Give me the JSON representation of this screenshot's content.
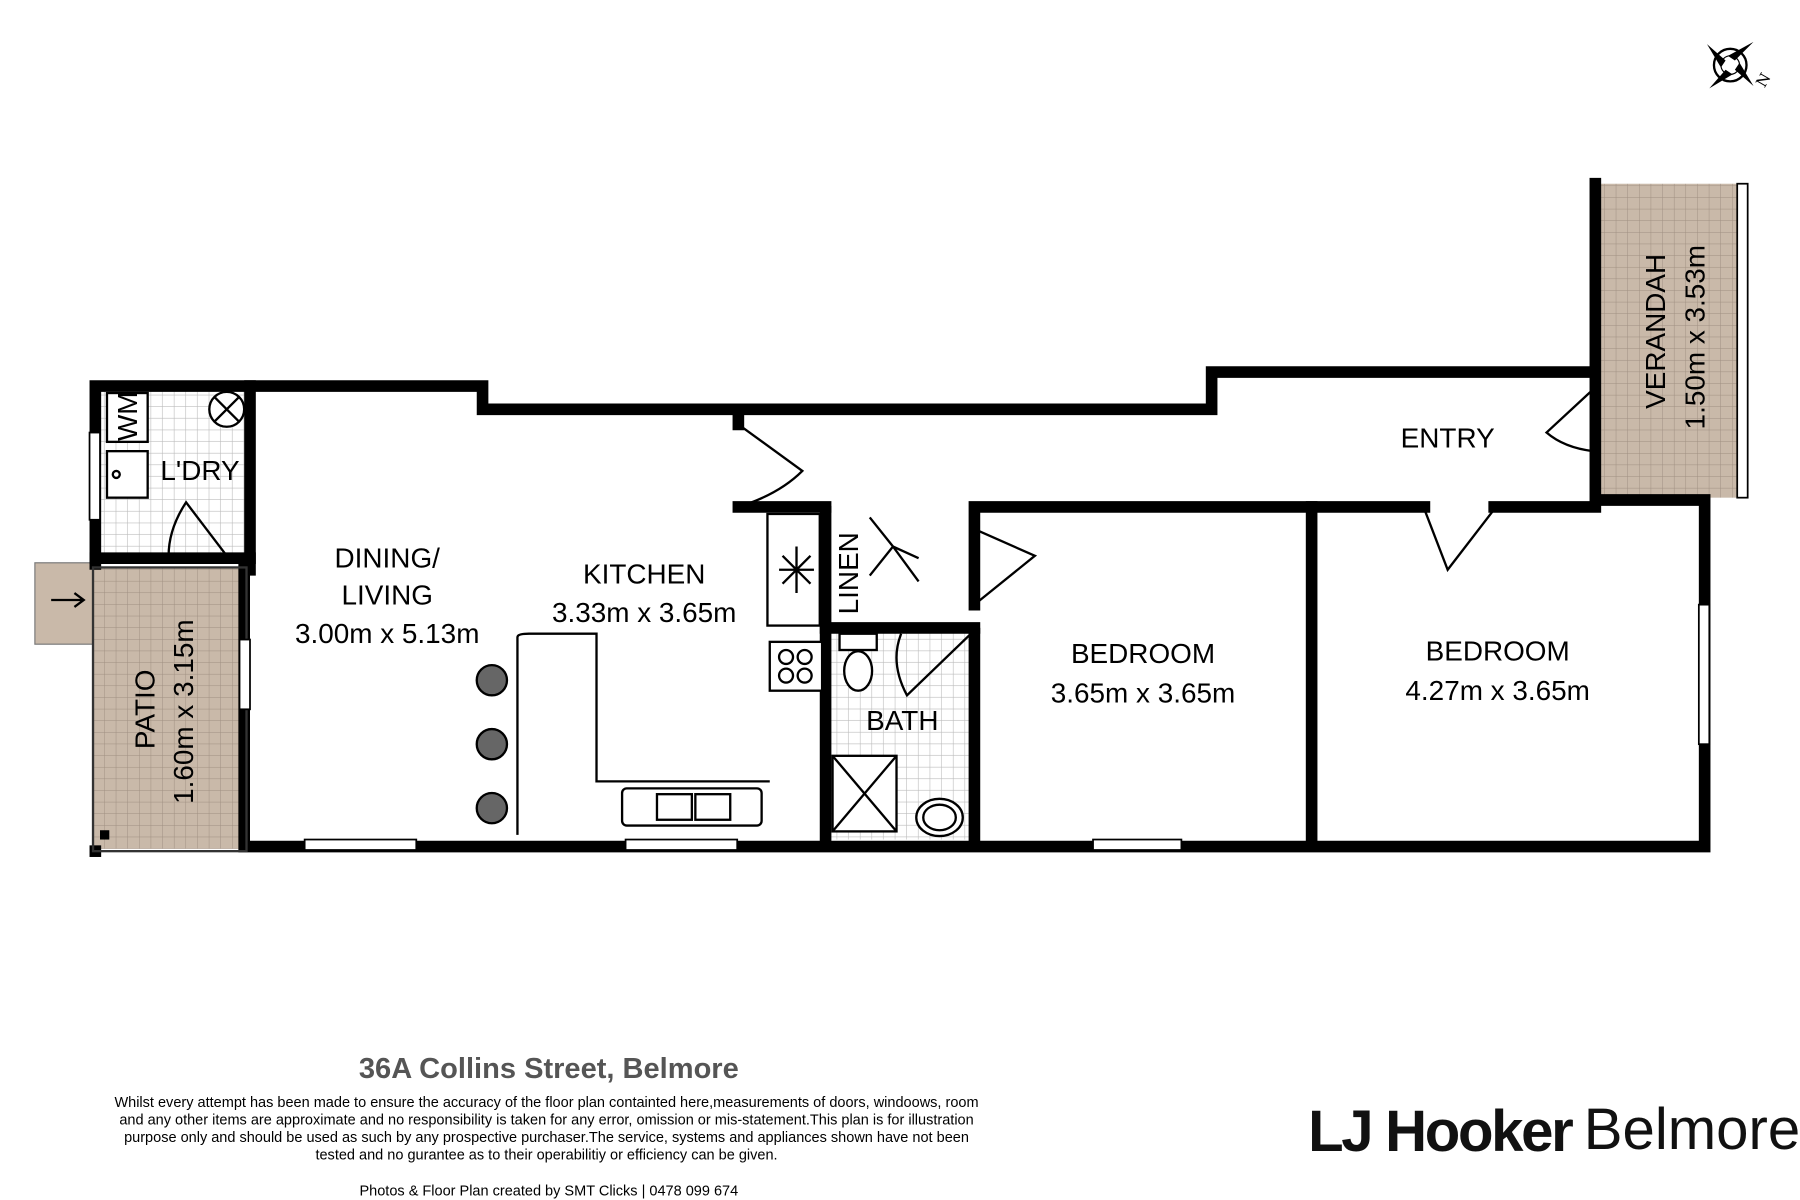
{
  "plan": {
    "rooms": {
      "laundry": {
        "label": "L'DRY"
      },
      "wm": {
        "label": "WM"
      },
      "dining": {
        "line1": "DINING/",
        "line2": "LIVING",
        "dims": "3.00m x 5.13m"
      },
      "kitchen": {
        "line1": "KITCHEN",
        "dims": "3.33m x 3.65m"
      },
      "linen": {
        "label": "LINEN"
      },
      "bath": {
        "label": "BATH"
      },
      "bedroom1": {
        "line1": "BEDROOM",
        "dims": "3.65m x 3.65m"
      },
      "bedroom2": {
        "line1": "BEDROOM",
        "dims": "4.27m x 3.65m"
      },
      "entry": {
        "label": "ENTRY"
      },
      "verandah": {
        "line1": "VERANDAH",
        "dims": "1.50m x 3.53m"
      },
      "patio": {
        "line1": "PATIO",
        "dims": "1.60m x 3.15m"
      }
    },
    "compass_label": "N",
    "colors": {
      "outdoor": "#c9b9a9",
      "tile_line": "#bbbbbb",
      "wall": "#000000"
    }
  },
  "footer": {
    "address": "36A Collins Street, Belmore",
    "disclaimer": [
      "Whilst every attempt has been made to ensure the accuracy of the floor plan containted here,measurements of doors, windoows, room",
      "and any other items are approximate and no responsibility is taken for any error, omission or mis-statement.This plan is for illustration",
      "purpose only and should be used as such by any prospective purchaser.The service, systems and appliances shown have not been",
      "tested and no gurantee as to their operabilitiy or efficiency can be given."
    ],
    "credit": "Photos & Floor Plan created by SMT Clicks | 0478 099 674"
  },
  "logo": {
    "brand": "LJ Hooker",
    "office": "Belmore"
  }
}
